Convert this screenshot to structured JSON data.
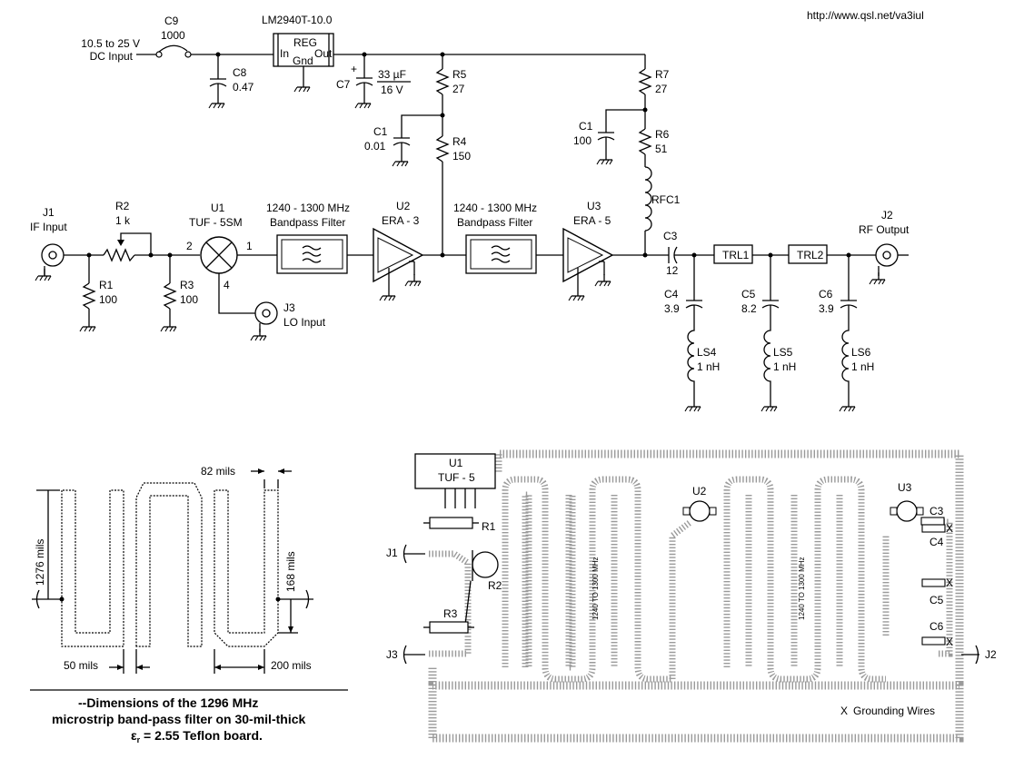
{
  "url": "http://www.qsl.net/va3iul",
  "power": {
    "input_label_1": "10.5 to 25 V",
    "input_label_2": "DC Input",
    "regulator": "LM2940T-10.0",
    "reg_label": "REG",
    "reg_in": "In",
    "reg_out": "Out",
    "reg_gnd": "Gnd",
    "c9_ref": "C9",
    "c9_val": "1000",
    "c8_ref": "C8",
    "c8_val": "0.47",
    "c7_ref": "C7",
    "c7_val": "33 µF",
    "c7_volt": "16 V",
    "r5_ref": "R5",
    "r5_val": "27",
    "c1a_ref": "C1",
    "c1a_val": "0.01",
    "r4_ref": "R4",
    "r4_val": "150",
    "r7_ref": "R7",
    "r7_val": "27",
    "c1b_ref": "C1",
    "c1b_val": "100",
    "r6_ref": "R6",
    "r6_val": "51",
    "rfc_ref": "RFC1"
  },
  "signal": {
    "j1_ref": "J1",
    "j1_label": "IF Input",
    "r2_ref": "R2",
    "r2_val": "1 k",
    "r1_ref": "R1",
    "r1_val": "100",
    "r3_ref": "R3",
    "r3_val": "100",
    "u1_ref": "U1",
    "u1_name": "TUF - 5SM",
    "u1_pin2": "2",
    "u1_pin1": "1",
    "u1_pin4": "4",
    "j3_ref": "J3",
    "j3_label": "LO Input",
    "f1_line1": "1240 - 1300 MHz",
    "f1_line2": "Bandpass Filter",
    "u2_ref": "U2",
    "u2_name": "ERA - 3",
    "f2_line1": "1240 - 1300 MHz",
    "f2_line2": "Bandpass Filter",
    "u3_ref": "U3",
    "u3_name": "ERA - 5",
    "c3_ref": "C3",
    "c3_val": "12",
    "trl1": "TRL1",
    "trl2": "TRL2",
    "j2_ref": "J2",
    "j2_label": "RF Output",
    "c4_ref": "C4",
    "c4_val": "3.9",
    "c5_ref": "C5",
    "c5_val": "8.2",
    "c6_ref": "C6",
    "c6_val": "3.9",
    "ls4_ref": "LS4",
    "ls4_val": "1 nH",
    "ls5_ref": "LS5",
    "ls5_val": "1 nH",
    "ls6_ref": "LS6",
    "ls6_val": "1 nH"
  },
  "filter_drawing": {
    "dim_82": "82 mils",
    "dim_1276": "1276 mils",
    "dim_168": "168 mils",
    "dim_50": "50 mils",
    "dim_200": "200 mils",
    "caption_1": "--Dimensions of the 1296 MHz",
    "caption_2": "microstrip band-pass filter on 30-mil-thick",
    "caption_3_sym": "ε",
    "caption_3_sub": "r",
    "caption_3_rest": " = 2.55 Teflon board."
  },
  "pcb": {
    "u1_ref": "U1",
    "u1_name": "TUF - 5",
    "r1": "R1",
    "r2": "R2",
    "r3": "R3",
    "j1": "J1",
    "j3": "J3",
    "j2": "J2",
    "u2": "U2",
    "u3": "U3",
    "c3": "C3",
    "c4": "C4",
    "c5": "C5",
    "c6": "C6",
    "filter1": "1240 TO 1300 MHz",
    "filter2": "1240 TO 1300 MHz",
    "legend_sym": "X",
    "legend": "Grounding Wires"
  }
}
